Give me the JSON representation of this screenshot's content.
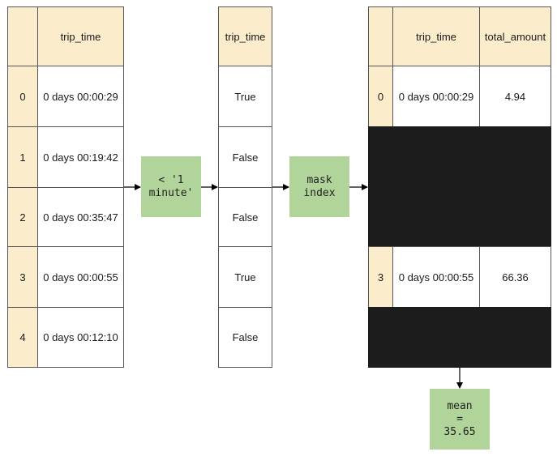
{
  "left_table": {
    "header": "trip_time",
    "rows": [
      {
        "index": "0",
        "trip_time": "0 days 00:00:29"
      },
      {
        "index": "1",
        "trip_time": "0 days 00:19:42"
      },
      {
        "index": "2",
        "trip_time": "0 days 00:35:47"
      },
      {
        "index": "3",
        "trip_time": "0 days 00:00:55"
      },
      {
        "index": "4",
        "trip_time": "0 days 00:12:10"
      }
    ]
  },
  "comparison_op": "< '1\nminute'",
  "mask_table": {
    "header": "trip_time",
    "values": [
      "True",
      "False",
      "False",
      "True",
      "False"
    ]
  },
  "mask_op": "mask\nindex",
  "result_table": {
    "headers": {
      "trip_time": "trip_time",
      "total_amount": "total_amount"
    },
    "rows": [
      {
        "index": "0",
        "trip_time": "0 days 00:00:29",
        "total_amount": "4.94"
      },
      {
        "index": "3",
        "trip_time": "0 days 00:00:55",
        "total_amount": "66.36"
      }
    ]
  },
  "mean_op": "mean\n=\n35.65",
  "colors": {
    "header_fill": "#fbeccb",
    "operation_fill": "#b1d49a",
    "masked_fill": "#1c1c1c",
    "border": "#555555"
  }
}
